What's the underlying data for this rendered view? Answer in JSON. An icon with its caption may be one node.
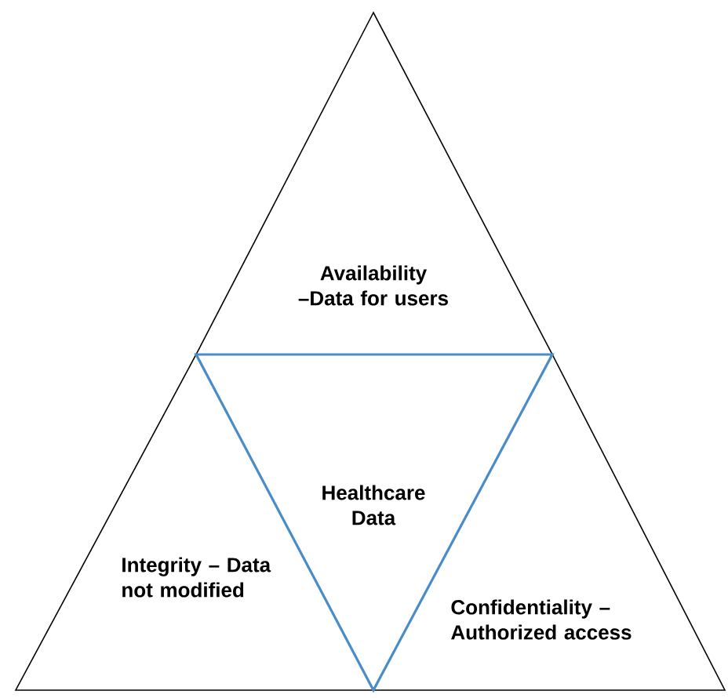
{
  "diagram": {
    "nodes": [
      {
        "text": [
          "Availability –Data for users"
        ]
      },
      {
        "text": [
          "Healthcare Data"
        ]
      },
      {
        "text": [
          "Integrity – Data not modified"
        ]
      },
      {
        "text": [
          "Confidentiality – Authorized access"
        ]
      }
    ]
  }
}
